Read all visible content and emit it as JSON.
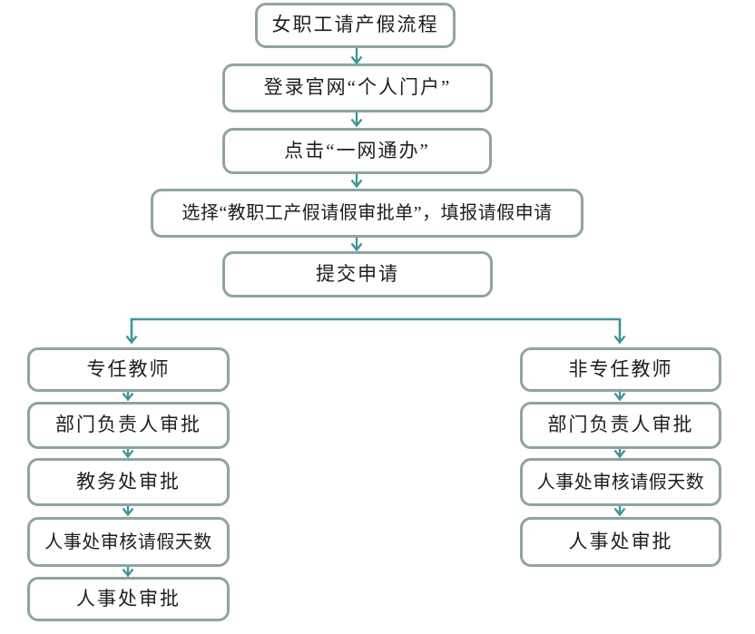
{
  "flowchart": {
    "colors": {
      "arrow": "#3f9598",
      "box_border": "#8fa3a2",
      "text": "#1e1e1e",
      "background": "#ffffff"
    },
    "main": [
      "女职工请产假流程",
      "登录官网“个人门户”",
      "点击“一网通办”",
      "选择“教职工产假请假审批单”，填报请假申请",
      "提交申请"
    ],
    "left_branch": [
      "专任教师",
      "部门负责人审批",
      "教务处审批",
      "人事处审核请假天数",
      "人事处审批"
    ],
    "right_branch": [
      "非专任教师",
      "部门负责人审批",
      "人事处审核请假天数",
      "人事处审批"
    ]
  }
}
